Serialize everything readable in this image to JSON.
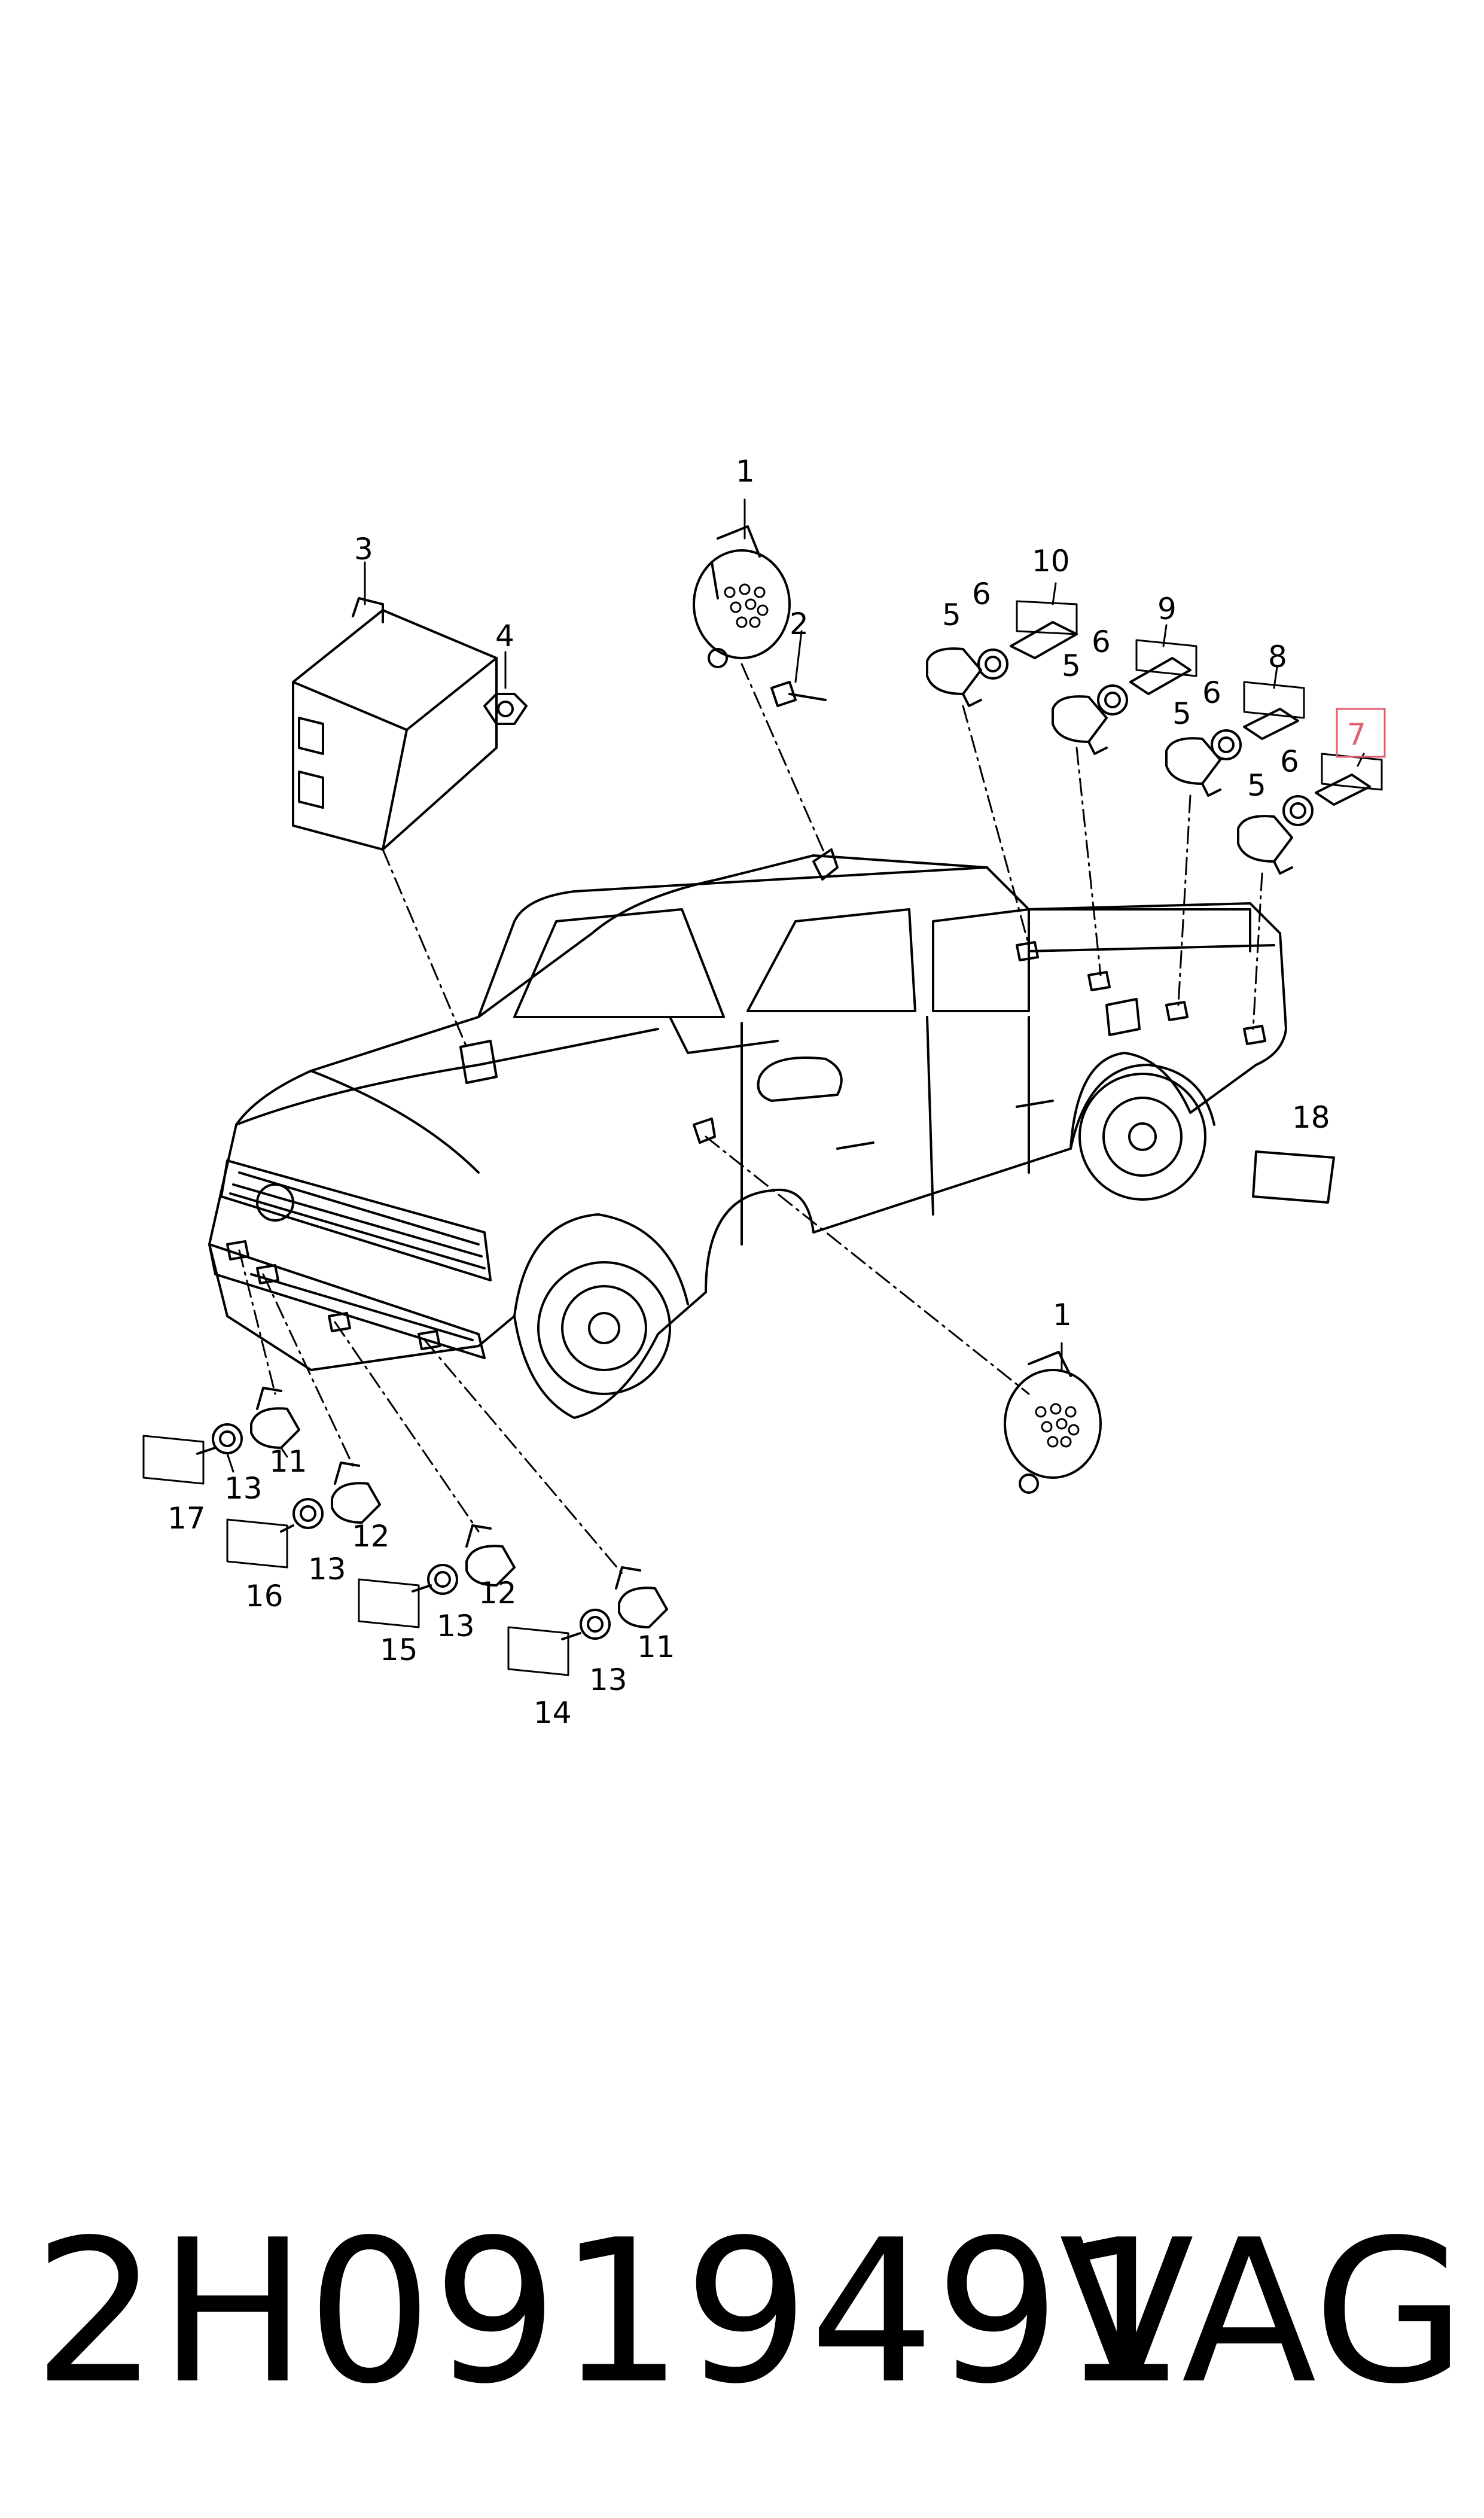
{
  "callouts": {
    "c1_top": "1",
    "c1_bottom": "1",
    "c2": "2",
    "c3": "3",
    "c4": "4",
    "c5_a": "5",
    "c5_b": "5",
    "c5_c": "5",
    "c5_d": "5",
    "c6_a": "6",
    "c6_b": "6",
    "c6_c": "6",
    "c6_d": "6",
    "c7": "7",
    "c8": "8",
    "c9": "9",
    "c10": "10",
    "c11_a": "11",
    "c11_b": "11",
    "c12_a": "12",
    "c12_b": "12",
    "c13_a": "13",
    "c13_b": "13",
    "c13_c": "13",
    "c13_d": "13",
    "c14": "14",
    "c15": "15",
    "c16": "16",
    "c17": "17",
    "c18": "18"
  },
  "highlight_color": "#e06070",
  "footer": {
    "part_number": "2H0919491",
    "brand": "VAG"
  }
}
